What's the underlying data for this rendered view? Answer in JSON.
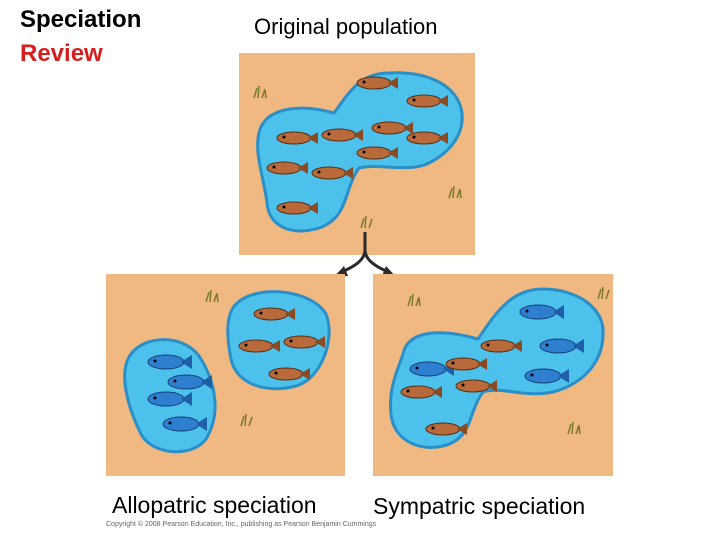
{
  "title": {
    "line1": "Speciation",
    "line2": "Review"
  },
  "labels": {
    "original": "Original population",
    "allopatric": "Allopatric speciation",
    "sympatric": "Sympatric speciation"
  },
  "copyright": "Copyright © 2008 Pearson Education, Inc., publishing as Pearson Benjamin Cummings",
  "colors": {
    "sand": "#f0b982",
    "water": "#4cc1ec",
    "water_edge": "#2a8fc8",
    "title_red": "#d51f1f",
    "brown_fish": "#b86a3a",
    "blue_fish": "#2f7fd1"
  }
}
